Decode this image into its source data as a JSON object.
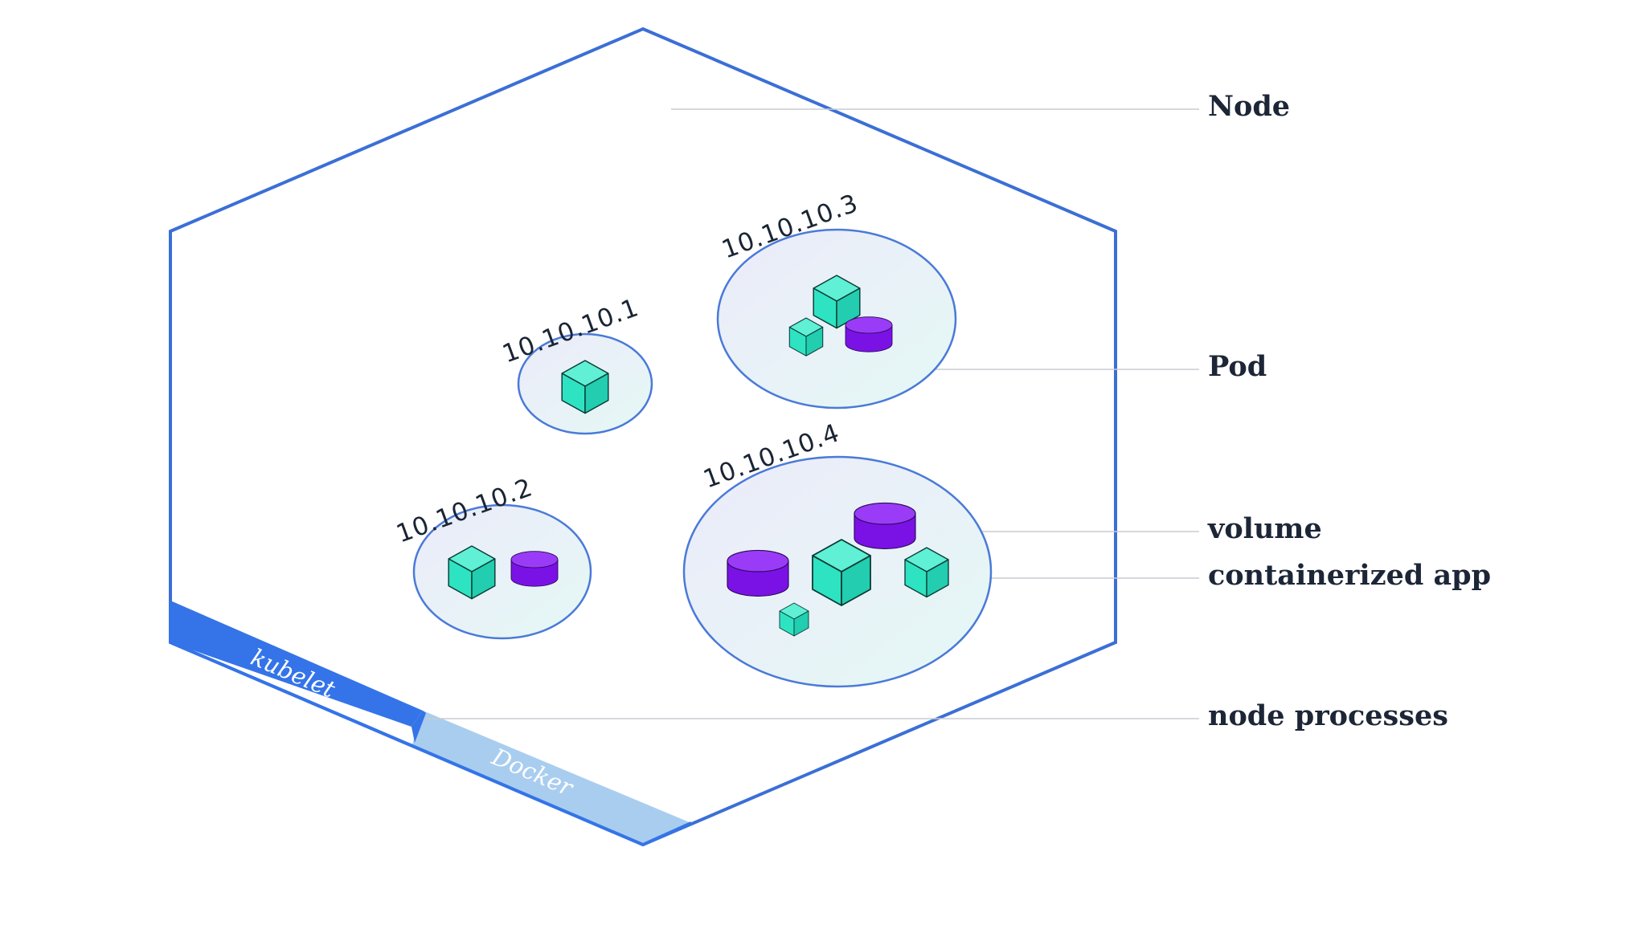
{
  "diagram": {
    "labels": {
      "node": "Node",
      "pod": "Pod",
      "volume": "volume",
      "containerized_app": "containerized app",
      "node_processes": "node processes"
    },
    "processes": {
      "kubelet": "kubelet",
      "docker": "Docker"
    },
    "pods": [
      {
        "ip": "10.10.10.1"
      },
      {
        "ip": "10.10.10.2"
      },
      {
        "ip": "10.10.10.3"
      },
      {
        "ip": "10.10.10.4"
      }
    ],
    "colors": {
      "node_outline": "#3b6fd6",
      "kubelet_band": "#3474e8",
      "docker_band": "#a9cdef",
      "pod_fill": "#e9f5fb",
      "pod_outline": "#4a7ad8",
      "container": "#2ee3c2",
      "volume": "#8a22f0",
      "leader_line": "#c9ccd1"
    },
    "icons": {
      "container": "cube-icon",
      "volume": "cylinder-icon"
    }
  }
}
